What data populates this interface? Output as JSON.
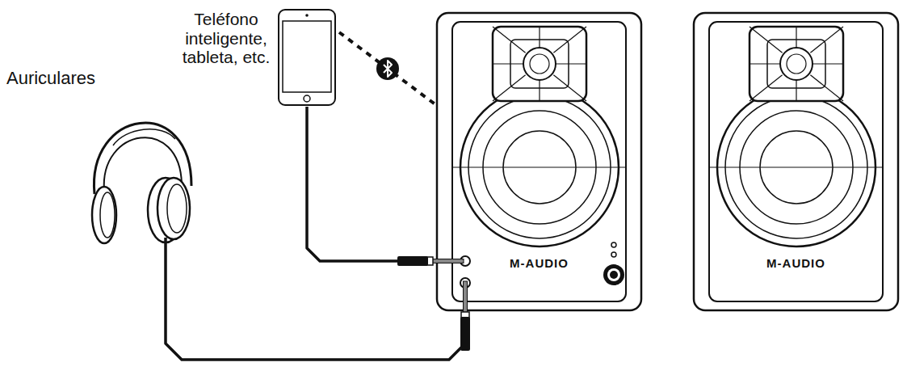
{
  "diagram": {
    "nodes": [
      {
        "text": [
          "Teléfono inteligente, tableta, etc."
        ]
      },
      {
        "text": [
          "Auriculares"
        ]
      },
      {
        "text": [
          "M-AUDIO"
        ]
      },
      {
        "text": [
          "M-AUDIO"
        ]
      }
    ],
    "edges": [
      {
        "from": 0,
        "to": 2,
        "arrow": "none"
      },
      {
        "from": 0,
        "to": 2,
        "arrow": "none"
      },
      {
        "from": 1,
        "to": 2,
        "arrow": "none"
      }
    ]
  }
}
